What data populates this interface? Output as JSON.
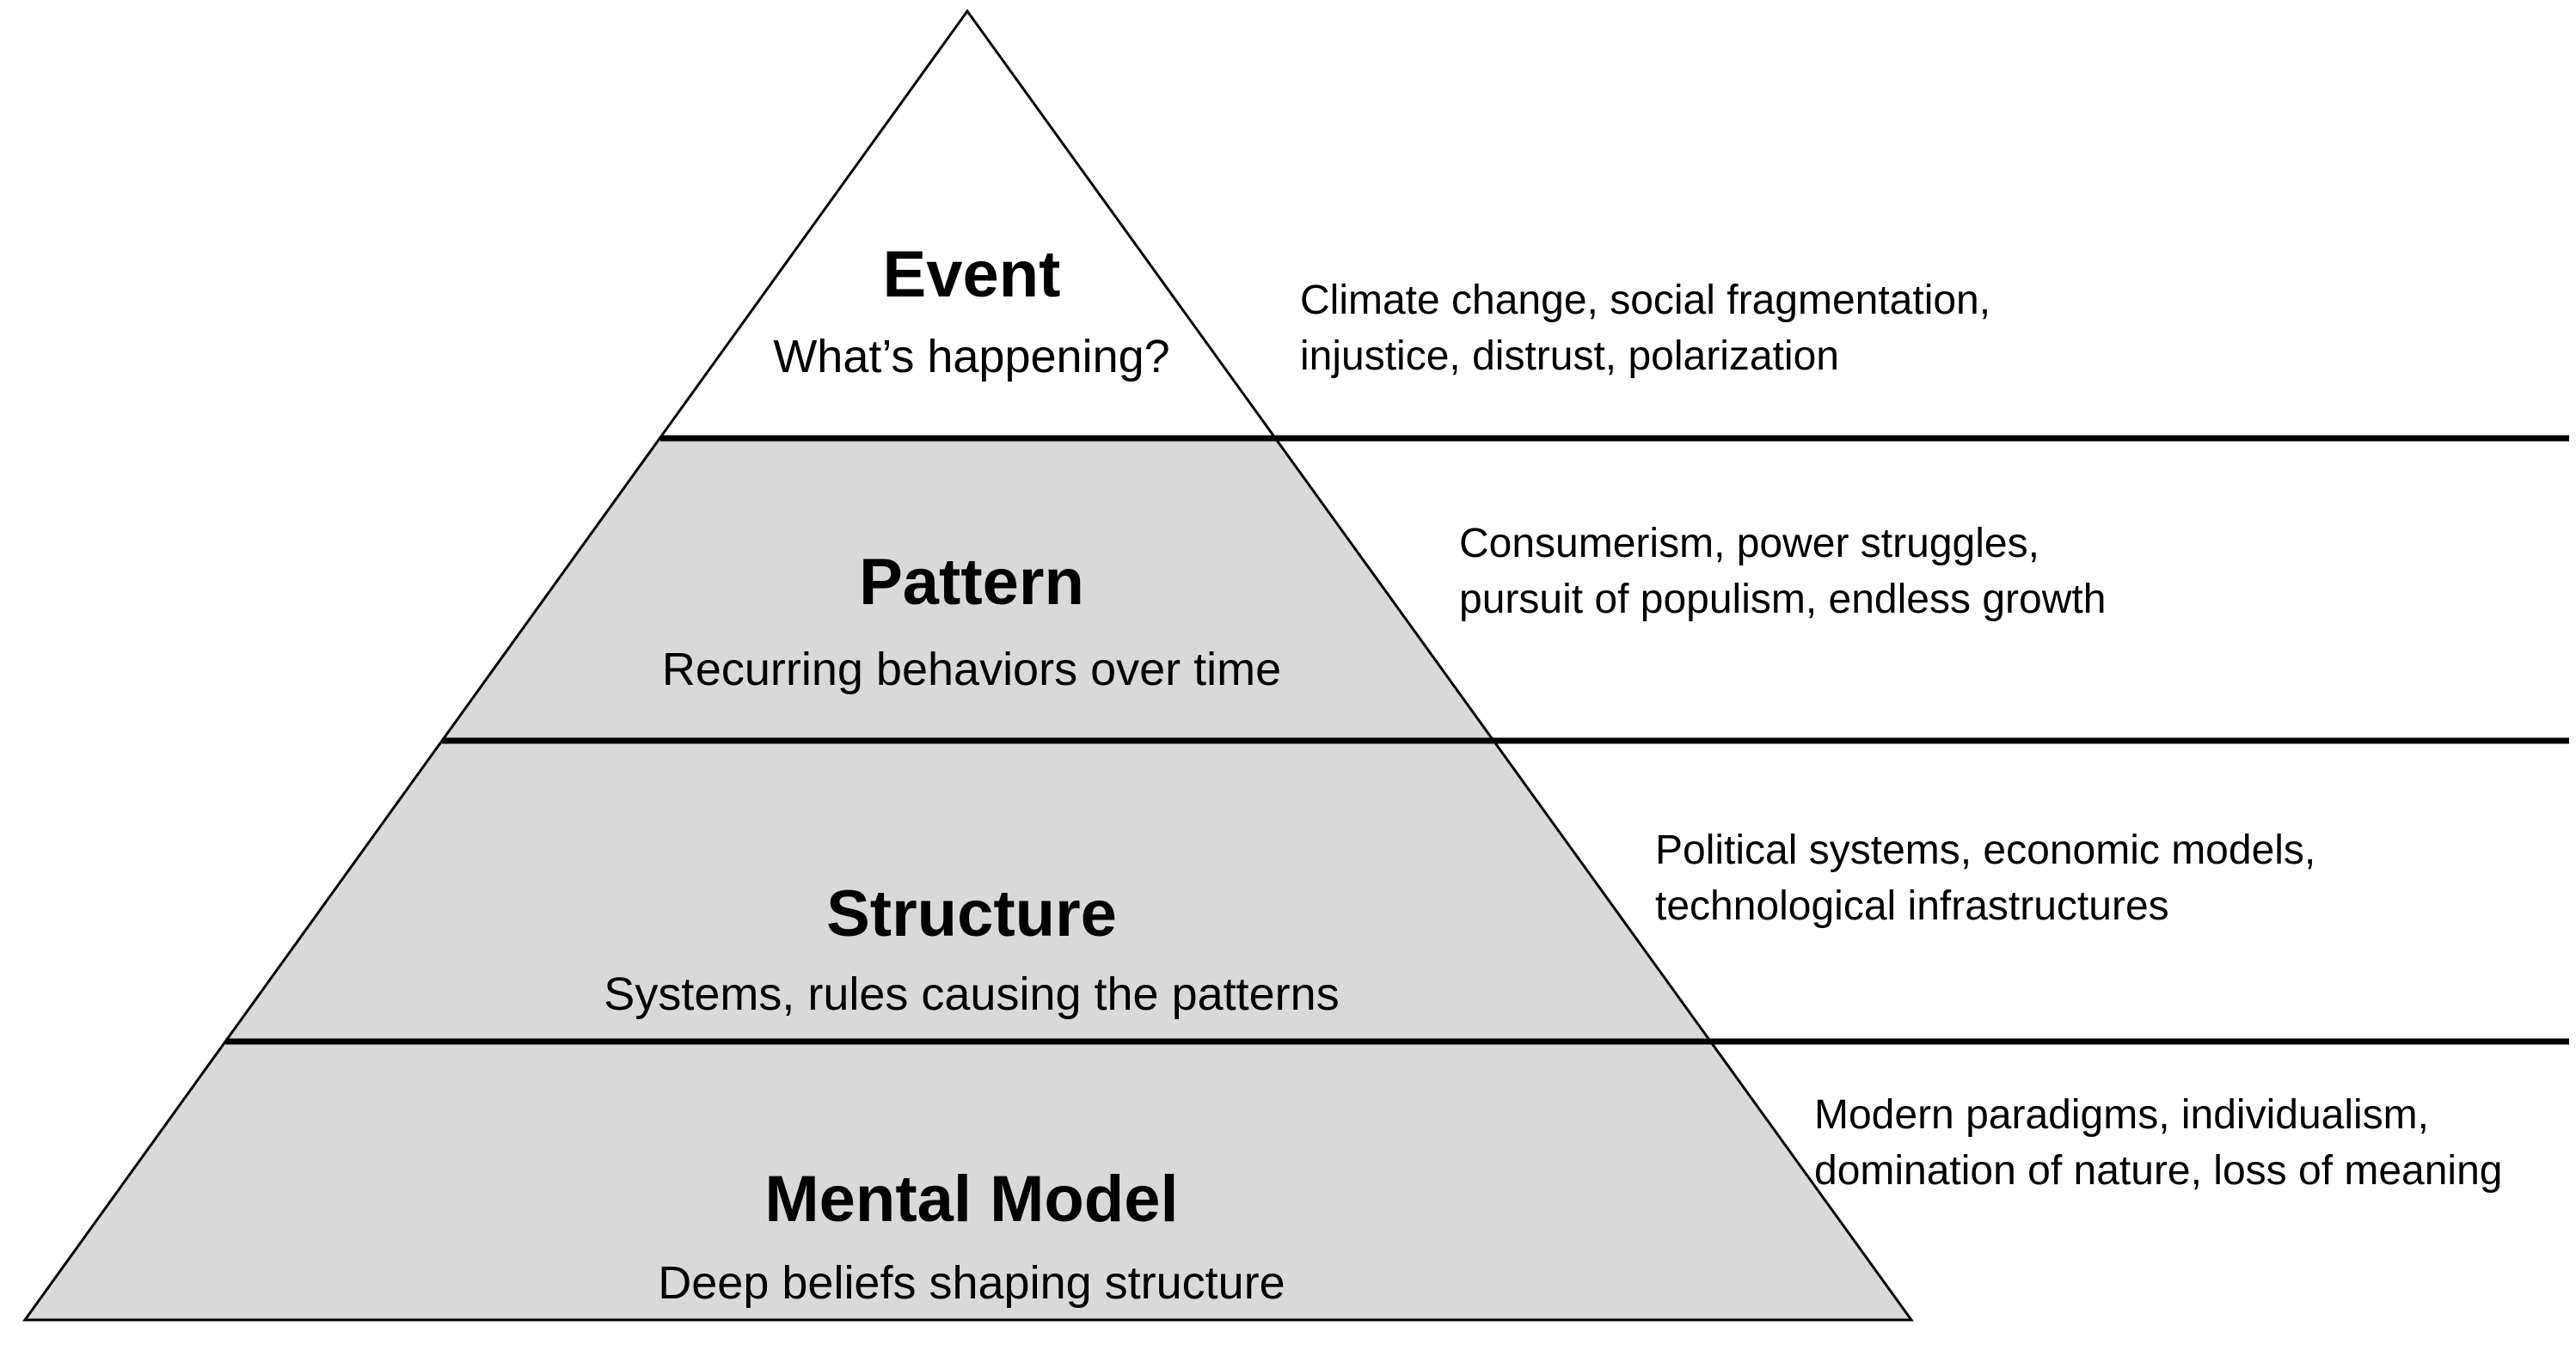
{
  "diagram": {
    "type": "pyramid",
    "title": "Iceberg systems-thinking pyramid",
    "background_color": "#ffffff",
    "line_color": "#000000",
    "levels": [
      {
        "id": "event",
        "title": "Event",
        "subtitle": "What’s happening?",
        "annotation": [
          "Climate change, social fragmentation,",
          "injustice, distrust, polarization"
        ],
        "fill": "#ffffff"
      },
      {
        "id": "pattern",
        "title": "Pattern",
        "subtitle": "Recurring behaviors over time",
        "annotation": [
          "Consumerism, power struggles,",
          "pursuit of populism, endless growth"
        ],
        "fill": "#d9d9d9"
      },
      {
        "id": "structure",
        "title": "Structure",
        "subtitle": "Systems, rules causing the patterns",
        "annotation": [
          "Political systems, economic models,",
          "technological infrastructures"
        ],
        "fill": "#d9d9d9"
      },
      {
        "id": "mental-model",
        "title": "Mental Model",
        "subtitle": "Deep beliefs shaping structure",
        "annotation": [
          "Modern paradigms, individualism,",
          "domination of nature, loss of meaning"
        ],
        "fill": "#d9d9d9"
      }
    ]
  }
}
